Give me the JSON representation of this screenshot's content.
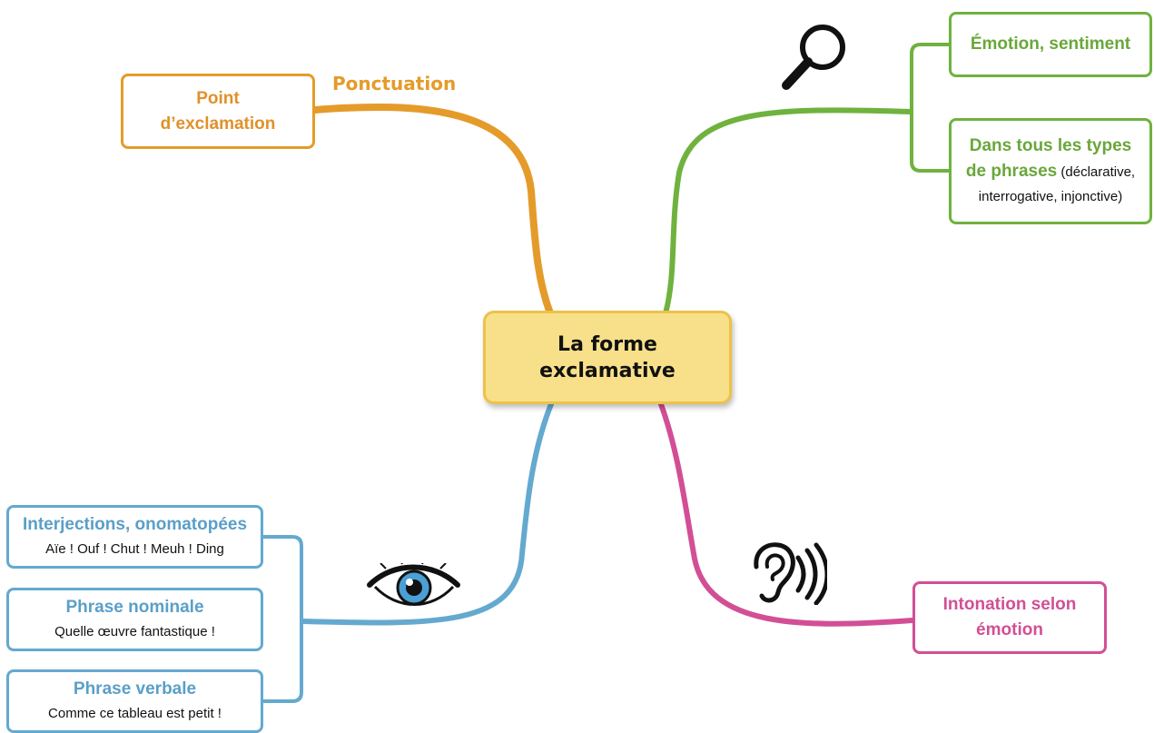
{
  "center": {
    "line1": "La forme",
    "line2": "exclamative"
  },
  "ponctuation": {
    "label": "Ponctuation",
    "node": {
      "line1": "Point",
      "line2": "d’exclamation"
    }
  },
  "emotion": {
    "node1": "Émotion, sentiment",
    "node2": {
      "line1": "Dans tous les types",
      "line2_bold": "de phrases",
      "line2_rest": " (déclarative,",
      "line3": "interrogative, injonctive)"
    }
  },
  "visuel": {
    "items": [
      {
        "title": "Interjections, onomatopées",
        "example": "Aïe ! Ouf ! Chut ! Meuh ! Ding"
      },
      {
        "title": "Phrase nominale",
        "example": "Quelle œuvre fantastique !"
      },
      {
        "title": "Phrase verbale",
        "example": "Comme ce tableau est petit !"
      }
    ]
  },
  "oral": {
    "node": {
      "line1": "Intonation selon",
      "line2": "émotion"
    }
  },
  "icons": {
    "top_right": "magnifying-glass-icon",
    "bottom_left": "eye-icon",
    "bottom_right": "ear-icon"
  },
  "colors": {
    "orange": "#e59b2a",
    "green": "#6fb23e",
    "blue": "#64a9cf",
    "pink": "#d24f95",
    "center_fill": "#f8e08a",
    "center_border": "#edc24a"
  }
}
